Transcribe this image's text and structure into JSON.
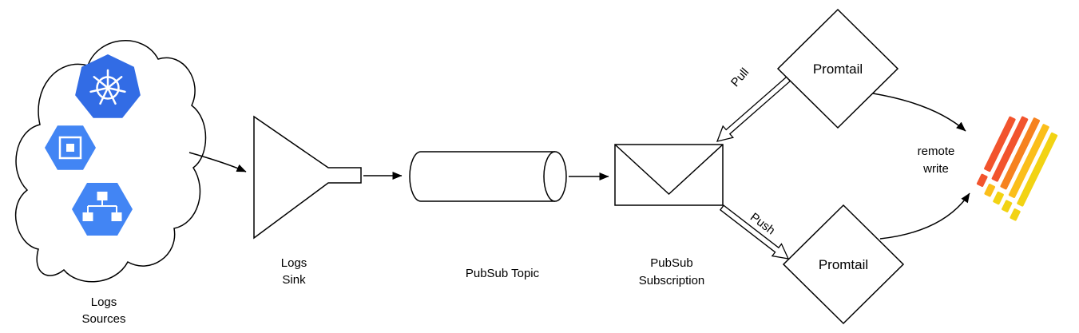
{
  "nodes": {
    "logs_sources": {
      "line1": "Logs",
      "line2": "Sources"
    },
    "logs_sink": {
      "line1": "Logs",
      "line2": "Sink"
    },
    "pubsub_topic": {
      "label": "PubSub Topic"
    },
    "pubsub_subscription": {
      "line1": "PubSub",
      "line2": "Subscription"
    },
    "promtail_top": {
      "label": "Promtail"
    },
    "promtail_bottom": {
      "label": "Promtail"
    }
  },
  "edges": {
    "pull": {
      "label": "Pull"
    },
    "push": {
      "label": "Push"
    },
    "remote_write": {
      "line1": "remote",
      "line2": "write"
    }
  },
  "icons": {
    "kubernetes": "kubernetes-icon",
    "compute": "compute-engine-icon",
    "network": "network-icon",
    "loki": "loki-logo"
  },
  "colors": {
    "kubernetes_blue": "#326CE5",
    "gcp_blue": "#4285F4",
    "stroke": "#000000",
    "background": "#FFFFFF",
    "loki_orange_red": "#F2542D",
    "loki_orange": "#F6821F",
    "loki_amber": "#FBBE1A",
    "loki_yellow": "#F2D313"
  }
}
